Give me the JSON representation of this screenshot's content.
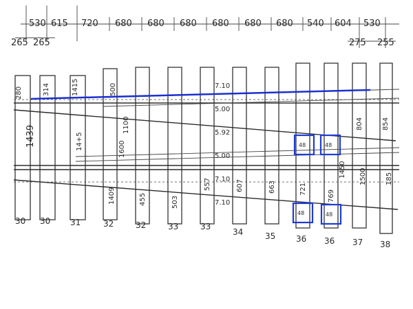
{
  "top_spacings": [
    "530",
    "615",
    "720",
    "680",
    "680",
    "680",
    "680",
    "680",
    "680",
    "540",
    "604",
    "530"
  ],
  "top_offsets": [
    "265",
    "265",
    "275",
    "255"
  ],
  "left_labels": [
    "280",
    "314",
    "1439",
    "14+5",
    "1415"
  ],
  "mid_labels": [
    "1100",
    "500",
    "1600",
    "1409"
  ],
  "diagonal_labels": [
    "7.10",
    "5.00",
    "5.92",
    "5.00",
    "7.10",
    "7.10"
  ],
  "cross_labels": [
    "455",
    "503",
    "557",
    "607",
    "663",
    "721",
    "769",
    "804",
    "854",
    "1450",
    "1500",
    "185"
  ],
  "bottom_numbers": [
    "30",
    "30",
    "31",
    "32",
    "32",
    "33",
    "33",
    "34",
    "35",
    "36",
    "36",
    "37",
    "38"
  ],
  "box_labels": [
    "48",
    "48",
    "48",
    "48"
  ],
  "colors": {
    "highlight_box": "#1e3bd6",
    "highlight_line": "#1a2fd1",
    "ink": "#2a2a2a"
  }
}
